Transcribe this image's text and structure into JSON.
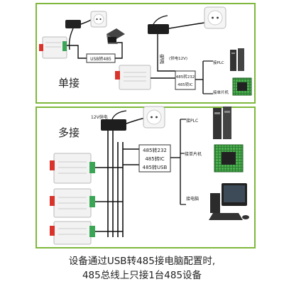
{
  "single": {
    "title": "单接",
    "usb485": "USB转485",
    "power_vertical": "电源",
    "power_12v": "(供电12V)",
    "conv_232": "485转232",
    "conv_ic": "485转IC",
    "plc": "接PLC",
    "mcu": "接单片机"
  },
  "multi": {
    "title": "多接",
    "power_12v": "12V供电",
    "converters": [
      "485转232",
      "485转IC",
      "485转USB"
    ],
    "plc": "接PLC",
    "mcu": "接单片机",
    "pc": "接电脑"
  },
  "caption": {
    "line1": "设备通过USB转485接电脑配置时,",
    "line2": "485总线上只接1台485设备"
  },
  "colors": {
    "panel_border": "#7fb83c",
    "line": "#1a1a1a",
    "device_accent": "#d9342b"
  }
}
